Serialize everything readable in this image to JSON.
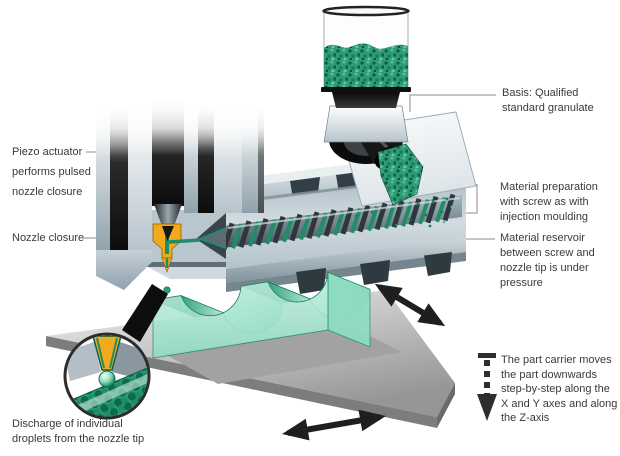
{
  "diagram": {
    "labels": {
      "piezo": "Piezo actuator\nperforms pulsed\nnozzle closure",
      "nozzle_closure": "Nozzle closure",
      "discharge": "Discharge of individual\ndroplets from the nozzle tip",
      "basis": "Basis: Qualified\nstandard granulate",
      "material_preparation": "Material preparation\nwith screw as with\ninjection moulding",
      "material_reservoir": "Material reservoir\nbetween screw and\nnozzle tip is under\npressure",
      "part_carrier": "The part carrier moves\nthe part downwards\nstep-by-step along the\nX and Y axes and along\nthe Z-axis"
    },
    "icons": {
      "xy_motion_arrow": "double-headed diagonal arrow",
      "platform_motion_arrow": "double-headed horizontal arrow",
      "z_axis_step_arrow": "dashed step-down arrow"
    },
    "colors": {
      "granulate_green": "#2f9c78",
      "granulate_dark": "#0f5a41",
      "part_mint": "#aee8d2",
      "part_top_green": "#168660",
      "nozzle_yellow": "#f3a91c",
      "melt_green": "#1f8e68",
      "metal_light": "#c3cfd7",
      "metal_dark": "#1c1c1c",
      "platform_gray": "#b5b5b5",
      "text": "#3a3a39",
      "leader_line": "#8c8c8c",
      "arrow_black": "#1f1f1f"
    }
  }
}
